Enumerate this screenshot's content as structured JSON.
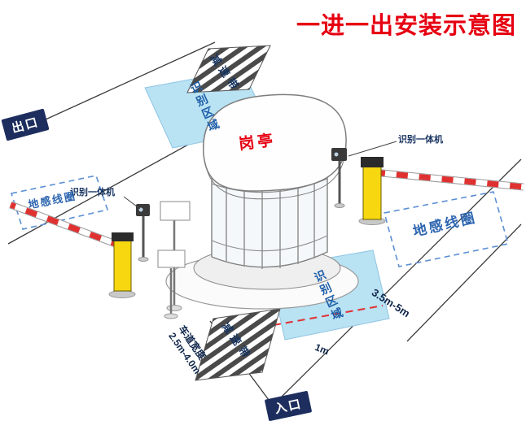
{
  "title": "一进一出安装示意图",
  "colors": {
    "title_red": "#e60012",
    "badge_navy": "#1d2e5e",
    "blue_text": "#2e66b0",
    "area_blue": "#b9e2f3",
    "post_yellow": "#f6d710",
    "barrier_red": "#e03131"
  },
  "badges": {
    "exit": "出口",
    "entrance": "入口"
  },
  "booth": {
    "label": "岗亭"
  },
  "devices": {
    "recognition_machine_left": "识别一体机",
    "recognition_machine_right": "识别一体机"
  },
  "zones": {
    "recognition_area_top": "识别区域",
    "recognition_area_bottom": "识别区域",
    "ground_coil_left": "地感线圈",
    "ground_coil_right": "地感线圈",
    "speed_bump_top": "减速带",
    "speed_bump_bottom": "减速带"
  },
  "measurements": {
    "coil_to_gate": "3.5m-5m",
    "area_offset": "1m",
    "lane_width_label": "车道宽度",
    "lane_width_value": "2.5m-4.0m"
  }
}
